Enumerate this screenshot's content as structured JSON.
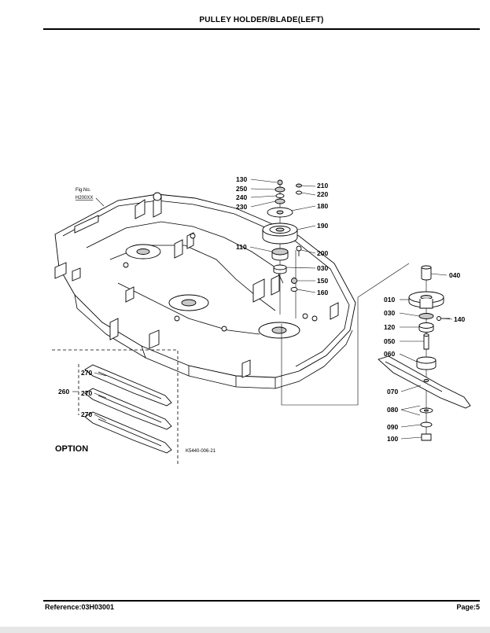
{
  "page": {
    "title": "PULLEY HOLDER/BLADE(LEFT)",
    "reference": "Reference:03H03001",
    "page_number": "Page:5"
  },
  "diagram": {
    "fig_no_label": "Fig.No.",
    "fig_no_value": "H200XX",
    "option_label": "OPTION",
    "drawing_code": "K5440-006-21",
    "callouts": {
      "c010": "010",
      "c030a": "030",
      "c030b": "030",
      "c040": "040",
      "c050": "050",
      "c060": "060",
      "c070": "070",
      "c080": "080",
      "c090": "090",
      "c100": "100",
      "c110": "110",
      "c120": "120",
      "c130": "130",
      "c140": "140",
      "c150": "150",
      "c160": "160",
      "c180": "180",
      "c190": "190",
      "c200": "200",
      "c210": "210",
      "c220": "220",
      "c230": "230",
      "c240": "240",
      "c250": "250",
      "c260": "260",
      "c270a": "270",
      "c270b": "270",
      "c270c": "270"
    }
  }
}
